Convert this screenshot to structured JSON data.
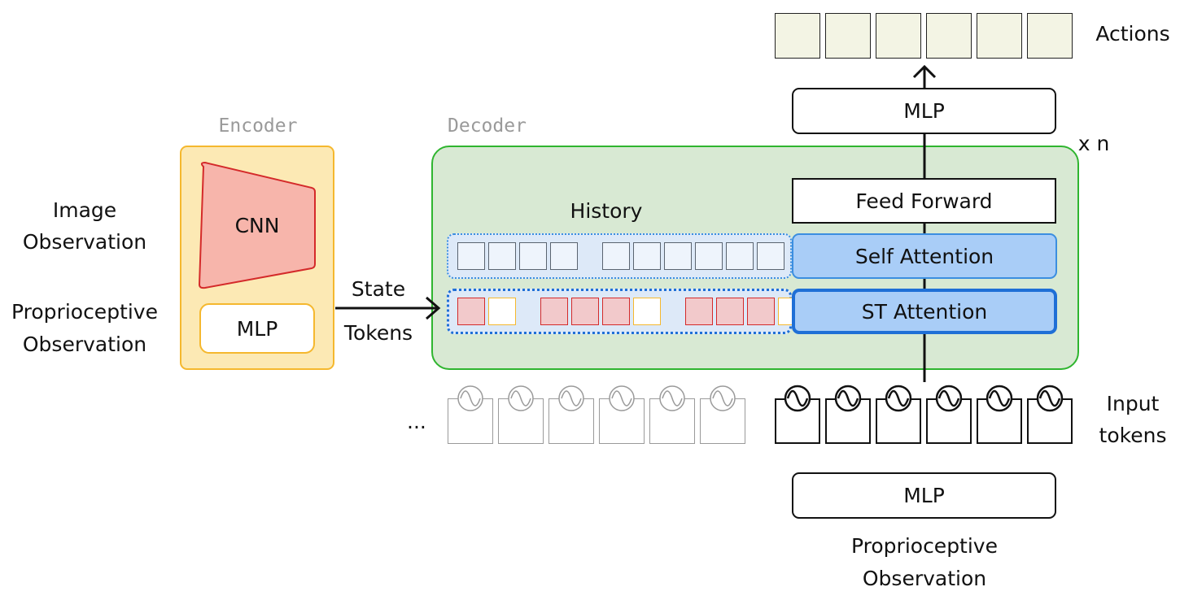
{
  "encoder": {
    "title": "Encoder",
    "cnn_label": "CNN",
    "mlp_label": "MLP"
  },
  "left_labels": {
    "image_observation": [
      "Image",
      "Observation"
    ],
    "proprioceptive_observation": [
      "Proprioceptive",
      "Observation"
    ]
  },
  "state_tokens": [
    "State",
    "Tokens"
  ],
  "decoder": {
    "title": "Decoder",
    "history_label": "History",
    "feed_forward_label": "Feed Forward",
    "self_attention_label": "Self Attention",
    "st_attention_label": "ST Attention",
    "repeat_label": "x n"
  },
  "top_mlp_label": "MLP",
  "bottom_mlp_label": "MLP",
  "actions_label": "Actions",
  "input_tokens_label": [
    "Input",
    "tokens"
  ],
  "bottom_observation_label": [
    "Proprioceptive",
    "Observation"
  ],
  "ellipsis": "...",
  "token_counts": {
    "actions": 6,
    "input_tokens_active": 6,
    "input_tokens_past": 6
  },
  "history_rows": {
    "top": [
      "blue",
      "blue",
      "blue",
      "blue",
      "gap",
      "blue",
      "blue",
      "blue",
      "blue",
      "blue",
      "blue"
    ],
    "bottom": [
      "red",
      "yellow",
      "gap",
      "red",
      "red",
      "red",
      "yellow",
      "gap",
      "red",
      "red",
      "red",
      "yellow"
    ]
  },
  "colors": {
    "encoder_fill": "#fce9b4",
    "encoder_border": "#f5b82e",
    "cnn_fill": "#f7b5ab",
    "cnn_border": "#d42a2a",
    "decoder_fill": "#d8e9d3",
    "decoder_border": "#2fb52f",
    "attention_fill": "#a9cdf7",
    "attention_border": "#1f6fd6",
    "history_top_fill": "#dde9f8",
    "action_fill": "#f3f4e4"
  },
  "icons": {
    "input_token": "sine-wave-circle-icon",
    "arrow": "arrow-up-icon"
  }
}
